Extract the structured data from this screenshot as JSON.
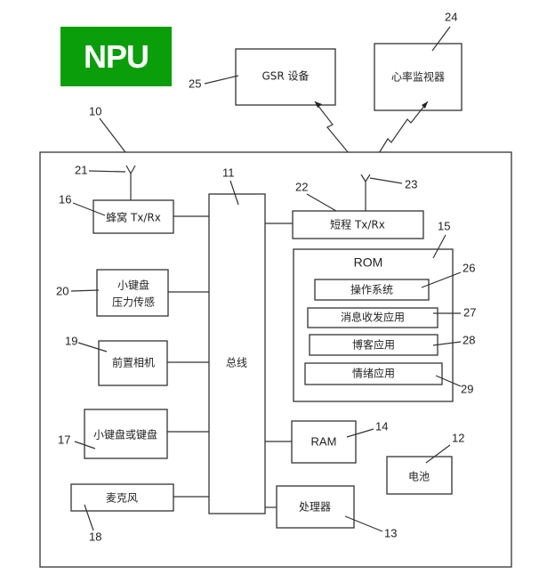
{
  "logo": {
    "text": "NPU",
    "color": "#0a9e0a"
  },
  "diagram": {
    "device_ref": "10",
    "bus": {
      "ref": "11",
      "label": "总线"
    },
    "components": {
      "cellular_txrx": {
        "ref": "16",
        "label": "蜂窝 Tx/Rx"
      },
      "cellular_antenna": {
        "ref": "21"
      },
      "keypad_pressure_sensor": {
        "ref": "20",
        "label_line1": "小键盘",
        "label_line2": "压力传感"
      },
      "front_camera": {
        "ref": "19",
        "label": "前置相机"
      },
      "keypad_or_keyboard": {
        "ref": "17",
        "label": "小键盘或键盘"
      },
      "microphone": {
        "ref": "18",
        "label": "麦克风"
      },
      "short_range_txrx": {
        "ref": "22",
        "label": "短程 Tx/Rx"
      },
      "short_range_antenna": {
        "ref": "23"
      },
      "rom": {
        "ref": "15",
        "label": "ROM"
      },
      "operating_system": {
        "ref": "26",
        "label": "操作系统"
      },
      "messaging_app": {
        "ref": "27",
        "label": "消息收发应用"
      },
      "blog_app": {
        "ref": "28",
        "label": "博客应用"
      },
      "emotion_app": {
        "ref": "29",
        "label": "情绪应用"
      },
      "ram": {
        "ref": "14",
        "label": "RAM"
      },
      "battery": {
        "ref": "12",
        "label": "电池"
      },
      "processor": {
        "ref": "13",
        "label": "处理器"
      }
    },
    "external": {
      "gsr_device": {
        "ref": "25",
        "label": "GSR 设备"
      },
      "heart_rate_monitor": {
        "ref": "24",
        "label": "心率监视器"
      }
    }
  }
}
